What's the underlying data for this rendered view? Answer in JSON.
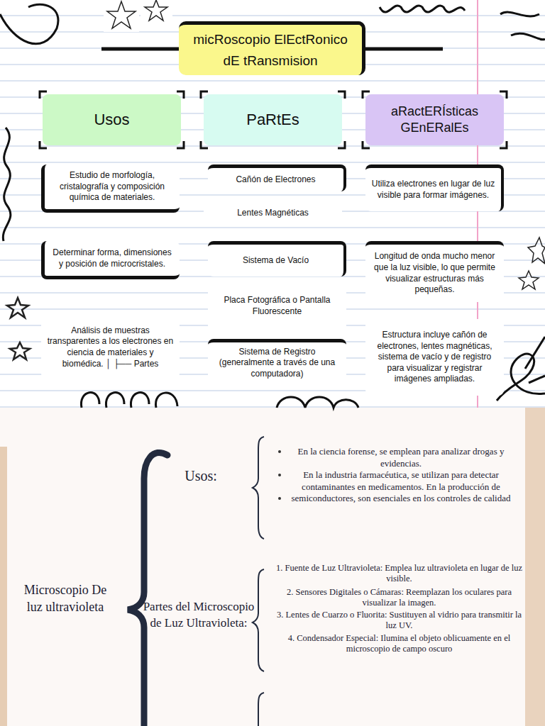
{
  "diagram": {
    "title": "micRoscopio ElEctRonico dE tRansmision",
    "nodes": [
      {
        "text": [
          "Usos"
        ]
      },
      {
        "text": [
          "PaRtEs"
        ]
      },
      {
        "text": [
          "aRactERÍsticas GEnERalEs"
        ]
      },
      {
        "text": [
          "Estudio de morfología, cristalografía y composición química de materiales."
        ]
      },
      {
        "text": [
          "Determinar forma, dimensiones y posición de microcristales."
        ]
      },
      {
        "text": [
          "Análisis de muestras transparentes a los electrones en ciencia de materiales y biomédica. │ ├── Partes"
        ]
      },
      {
        "text": [
          "Cañón de Electrones"
        ]
      },
      {
        "text": [
          "Lentes Magnéticas"
        ]
      },
      {
        "text": [
          "Sistema de Vacío"
        ]
      },
      {
        "text": [
          "Placa Fotográfica o Pantalla Fluorescente"
        ]
      },
      {
        "text": [
          "Sistema de Registro (generalmente a través de una computadora)"
        ]
      },
      {
        "text": [
          "Utiliza electrones en lugar de luz visible para formar imágenes."
        ]
      },
      {
        "text": [
          "Longitud de onda mucho menor que la luz visible, lo que permite visualizar estructuras más pequeñas."
        ]
      },
      {
        "text": [
          "Estructura incluye cañón de electrones, lentes magnéticas, sistema de vacío y de registro para visualizar y registrar imágenes ampliadas."
        ]
      }
    ],
    "labels": [
      "Microscopio De luz ultravioleta",
      "Usos:",
      "En la ciencia forense, se emplean para analizar drogas y evidencias.",
      "En la industria farmacéutica, se utilizan para detectar contaminantes en medicamentos. En la producción de semiconductores, son esenciales en los controles de calidad",
      "Partes del Microscopio de Luz Ultravioleta:",
      "1. Fuente de Luz Ultravioleta: Emplea luz ultravioleta en lugar de luz visible.",
      "2. Sensores Digitales o Cámaras: Reemplazan los oculares para visualizar la imagen.",
      "3. Lentes de Cuarzo o Fluorita: Sustituyen al vidrio para transmitir la luz UV.",
      "4. Condensador Especial: Ilumina el objeto oblicuamente en el microscopio de campo oscuro"
    ]
  }
}
